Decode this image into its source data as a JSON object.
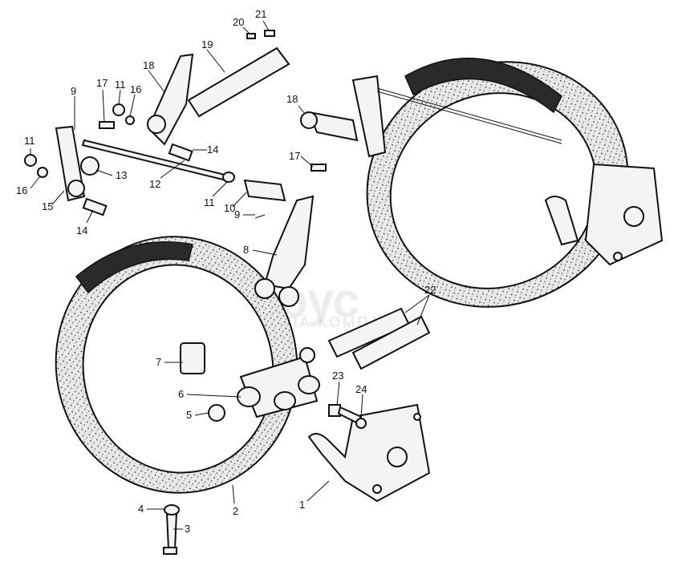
{
  "watermark": {
    "brand": "беларус",
    "subtitle": "ГРУППА КОМПАНИЙ"
  },
  "callouts": [
    "1",
    "2",
    "3",
    "4",
    "5",
    "6",
    "7",
    "8",
    "9",
    "10",
    "11",
    "12",
    "13",
    "14",
    "15",
    "16",
    "17",
    "18",
    "19",
    "20",
    "21",
    "22",
    "23",
    "24"
  ]
}
